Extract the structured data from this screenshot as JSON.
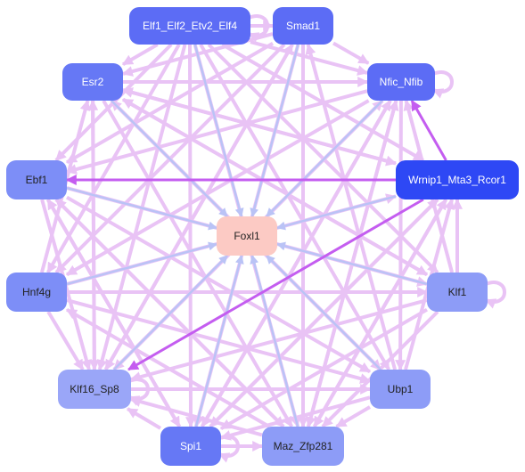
{
  "colors": {
    "edge_light": "#e9c3f5",
    "edge_blue": "#bac3f6",
    "edge_strong": "#c45df0",
    "target_node": "#fccac4"
  },
  "nodes": [
    {
      "id": "elf1",
      "label": "Elf1_Elf2_Etv2_Elf4",
      "color": "#5c6cf5",
      "dark_text": false
    },
    {
      "id": "smad1",
      "label": "Smad1",
      "color": "#5c6cf5",
      "dark_text": false
    },
    {
      "id": "esr2",
      "label": "Esr2",
      "color": "#6678f5",
      "dark_text": false
    },
    {
      "id": "nfic",
      "label": "Nfic_Nfib",
      "color": "#5c6cf5",
      "dark_text": false
    },
    {
      "id": "ebf1",
      "label": "Ebf1",
      "color": "#7d8ef7",
      "dark_text": true
    },
    {
      "id": "wrnip1",
      "label": "Wrnip1_Mta3_Rcor1",
      "color": "#2e48f5",
      "dark_text": false
    },
    {
      "id": "foxl1",
      "label": "Foxl1",
      "color": "#fccac4",
      "dark_text": true
    },
    {
      "id": "hnf4g",
      "label": "Hnf4g",
      "color": "#7d8ef7",
      "dark_text": true
    },
    {
      "id": "klf1",
      "label": "Klf1",
      "color": "#8d9cf7",
      "dark_text": true
    },
    {
      "id": "klf16",
      "label": "Klf16_Sp8",
      "color": "#9aa6f8",
      "dark_text": true
    },
    {
      "id": "ubp1",
      "label": "Ubp1",
      "color": "#8d9cf7",
      "dark_text": true
    },
    {
      "id": "spi1",
      "label": "Spi1",
      "color": "#6678f5",
      "dark_text": false
    },
    {
      "id": "maz",
      "label": "Maz_Zfp281",
      "color": "#8d9cf7",
      "dark_text": true
    }
  ],
  "edges": [
    {
      "from": "wrnip1",
      "to": "ebf1",
      "kind": "strong"
    },
    {
      "from": "wrnip1",
      "to": "nfic",
      "kind": "strong"
    },
    {
      "from": "wrnip1",
      "to": "klf16",
      "kind": "strong"
    },
    {
      "from": "elf1",
      "to": "foxl1",
      "kind": "blue"
    },
    {
      "from": "smad1",
      "to": "foxl1",
      "kind": "blue"
    },
    {
      "from": "esr2",
      "to": "foxl1",
      "kind": "blue"
    },
    {
      "from": "nfic",
      "to": "foxl1",
      "kind": "blue"
    },
    {
      "from": "ebf1",
      "to": "foxl1",
      "kind": "blue"
    },
    {
      "from": "wrnip1",
      "to": "foxl1",
      "kind": "blue"
    },
    {
      "from": "hnf4g",
      "to": "foxl1",
      "kind": "blue"
    },
    {
      "from": "klf1",
      "to": "foxl1",
      "kind": "blue"
    },
    {
      "from": "klf16",
      "to": "foxl1",
      "kind": "blue"
    },
    {
      "from": "ubp1",
      "to": "foxl1",
      "kind": "blue"
    },
    {
      "from": "spi1",
      "to": "foxl1",
      "kind": "blue"
    },
    {
      "from": "maz",
      "to": "foxl1",
      "kind": "blue"
    },
    {
      "from": "elf1",
      "to": "smad1",
      "kind": "light"
    },
    {
      "from": "elf1",
      "to": "esr2",
      "kind": "light"
    },
    {
      "from": "elf1",
      "to": "nfic",
      "kind": "light"
    },
    {
      "from": "elf1",
      "to": "ebf1",
      "kind": "light"
    },
    {
      "from": "elf1",
      "to": "wrnip1",
      "kind": "light"
    },
    {
      "from": "elf1",
      "to": "hnf4g",
      "kind": "light"
    },
    {
      "from": "elf1",
      "to": "klf1",
      "kind": "light"
    },
    {
      "from": "elf1",
      "to": "klf16",
      "kind": "light"
    },
    {
      "from": "elf1",
      "to": "ubp1",
      "kind": "light"
    },
    {
      "from": "elf1",
      "to": "spi1",
      "kind": "light"
    },
    {
      "from": "elf1",
      "to": "maz",
      "kind": "light"
    },
    {
      "from": "smad1",
      "to": "esr2",
      "kind": "light"
    },
    {
      "from": "smad1",
      "to": "nfic",
      "kind": "light"
    },
    {
      "from": "smad1",
      "to": "ebf1",
      "kind": "light"
    },
    {
      "from": "smad1",
      "to": "hnf4g",
      "kind": "light"
    },
    {
      "from": "smad1",
      "to": "klf16",
      "kind": "light"
    },
    {
      "from": "smad1",
      "to": "spi1",
      "kind": "light"
    },
    {
      "from": "smad1",
      "to": "maz",
      "kind": "light"
    },
    {
      "from": "esr2",
      "to": "nfic",
      "kind": "light"
    },
    {
      "from": "esr2",
      "to": "wrnip1",
      "kind": "light"
    },
    {
      "from": "esr2",
      "to": "klf1",
      "kind": "light"
    },
    {
      "from": "esr2",
      "to": "klf16",
      "kind": "light"
    },
    {
      "from": "esr2",
      "to": "ubp1",
      "kind": "light"
    },
    {
      "from": "esr2",
      "to": "maz",
      "kind": "light"
    },
    {
      "from": "nfic",
      "to": "ebf1",
      "kind": "light"
    },
    {
      "from": "nfic",
      "to": "hnf4g",
      "kind": "light"
    },
    {
      "from": "nfic",
      "to": "klf16",
      "kind": "light"
    },
    {
      "from": "nfic",
      "to": "spi1",
      "kind": "light"
    },
    {
      "from": "nfic",
      "to": "maz",
      "kind": "light"
    },
    {
      "from": "nfic",
      "to": "ubp1",
      "kind": "light"
    },
    {
      "from": "ebf1",
      "to": "klf1",
      "kind": "light"
    },
    {
      "from": "ebf1",
      "to": "ubp1",
      "kind": "light"
    },
    {
      "from": "ebf1",
      "to": "klf16",
      "kind": "light"
    },
    {
      "from": "ebf1",
      "to": "maz",
      "kind": "light"
    },
    {
      "from": "ebf1",
      "to": "spi1",
      "kind": "light"
    },
    {
      "from": "hnf4g",
      "to": "wrnip1",
      "kind": "light"
    },
    {
      "from": "hnf4g",
      "to": "klf1",
      "kind": "light"
    },
    {
      "from": "hnf4g",
      "to": "ubp1",
      "kind": "light"
    },
    {
      "from": "hnf4g",
      "to": "esr2",
      "kind": "light"
    },
    {
      "from": "hnf4g",
      "to": "klf16",
      "kind": "light"
    },
    {
      "from": "klf1",
      "to": "klf16",
      "kind": "light"
    },
    {
      "from": "klf1",
      "to": "spi1",
      "kind": "light"
    },
    {
      "from": "klf1",
      "to": "maz",
      "kind": "light"
    },
    {
      "from": "klf1",
      "to": "wrnip1",
      "kind": "light"
    },
    {
      "from": "klf1",
      "to": "nfic",
      "kind": "light"
    },
    {
      "from": "klf1",
      "to": "esr2",
      "kind": "light"
    },
    {
      "from": "klf16",
      "to": "ubp1",
      "kind": "light"
    },
    {
      "from": "klf16",
      "to": "nfic",
      "kind": "light"
    },
    {
      "from": "klf16",
      "to": "esr2",
      "kind": "light"
    },
    {
      "from": "klf16",
      "to": "smad1",
      "kind": "light"
    },
    {
      "from": "ubp1",
      "to": "wrnip1",
      "kind": "light"
    },
    {
      "from": "ubp1",
      "to": "spi1",
      "kind": "light"
    },
    {
      "from": "ubp1",
      "to": "maz",
      "kind": "light"
    },
    {
      "from": "ubp1",
      "to": "esr2",
      "kind": "light"
    },
    {
      "from": "ubp1",
      "to": "smad1",
      "kind": "light"
    },
    {
      "from": "spi1",
      "to": "maz",
      "kind": "light"
    },
    {
      "from": "spi1",
      "to": "klf16",
      "kind": "light"
    },
    {
      "from": "spi1",
      "to": "wrnip1",
      "kind": "light"
    },
    {
      "from": "spi1",
      "to": "ebf1",
      "kind": "light"
    },
    {
      "from": "spi1",
      "to": "nfic",
      "kind": "light"
    },
    {
      "from": "maz",
      "to": "klf16",
      "kind": "light"
    },
    {
      "from": "maz",
      "to": "wrnip1",
      "kind": "light"
    },
    {
      "from": "maz",
      "to": "ebf1",
      "kind": "light"
    },
    {
      "from": "maz",
      "to": "hnf4g",
      "kind": "light"
    },
    {
      "from": "maz",
      "to": "nfic",
      "kind": "light"
    },
    {
      "from": "wrnip1",
      "to": "spi1",
      "kind": "light"
    },
    {
      "from": "wrnip1",
      "to": "maz",
      "kind": "light"
    },
    {
      "from": "wrnip1",
      "to": "esr2",
      "kind": "light"
    },
    {
      "from": "elf1",
      "to": "elf1",
      "kind": "light"
    },
    {
      "from": "nfic",
      "to": "nfic",
      "kind": "light"
    },
    {
      "from": "klf1",
      "to": "klf1",
      "kind": "light"
    },
    {
      "from": "klf16",
      "to": "klf16",
      "kind": "light"
    },
    {
      "from": "spi1",
      "to": "spi1",
      "kind": "light"
    }
  ]
}
